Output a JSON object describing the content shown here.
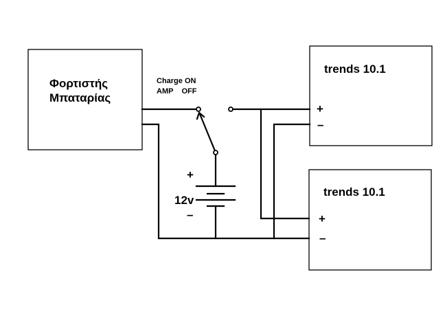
{
  "charger": {
    "label_line1": "Φορτιστής",
    "label_line2": "Μπαταρίας"
  },
  "switch": {
    "label_line1": "Charge ON",
    "label_line2": "AMP    OFF"
  },
  "battery": {
    "voltage": "12v",
    "plus": "+",
    "minus": "–"
  },
  "device_top": {
    "title": "trends 10.1",
    "plus": "+",
    "minus": "–"
  },
  "device_bottom": {
    "title": "trends 10.1",
    "plus": "+",
    "minus": "–"
  }
}
